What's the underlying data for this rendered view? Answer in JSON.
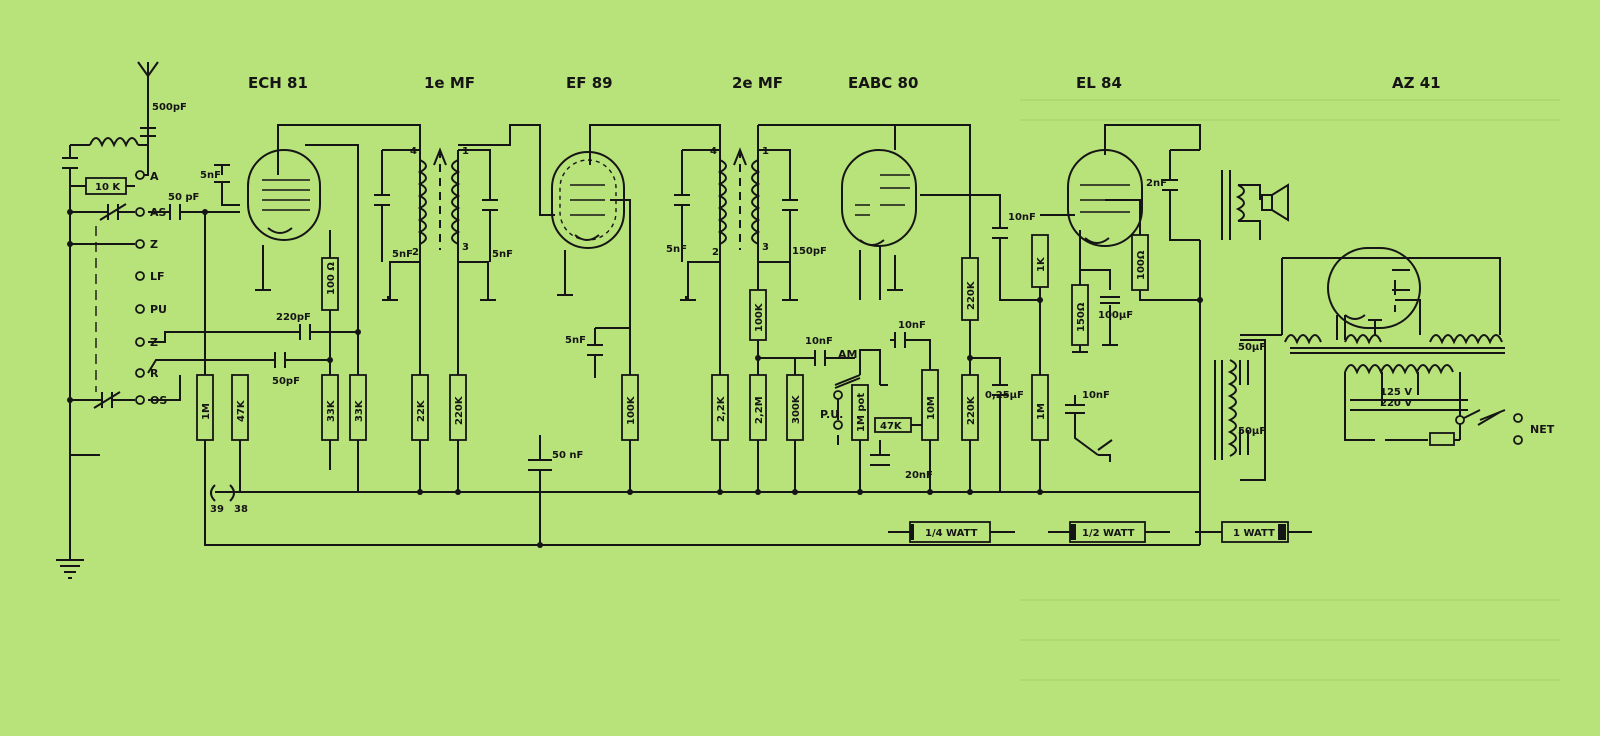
{
  "tubes": [
    {
      "id": "ech81",
      "label": "ECH 81"
    },
    {
      "id": "mf1",
      "label": "1e MF"
    },
    {
      "id": "ef89",
      "label": "EF 89"
    },
    {
      "id": "mf2",
      "label": "2e MF"
    },
    {
      "id": "eabc80",
      "label": "EABC 80"
    },
    {
      "id": "el84",
      "label": "EL 84"
    },
    {
      "id": "az41",
      "label": "AZ 41"
    }
  ],
  "terminals": [
    "A",
    "AS",
    "Z",
    "LF",
    "PU",
    "Z",
    "R",
    "OS"
  ],
  "resistors": [
    "10 K",
    "100 Ω",
    "1M",
    "47K",
    "33K",
    "33K",
    "22K",
    "220K",
    "100K",
    "2,2K",
    "100K",
    "2,2M",
    "300K",
    "1M pot",
    "47K",
    "10M",
    "220K",
    "220K",
    "1K",
    "1M",
    "150Ω",
    "100Ω"
  ],
  "capacitors": [
    "500pF",
    "50 pF",
    "5nF",
    "220pF",
    "50pF",
    "5nF",
    "5nF",
    "5nF",
    "50 nF",
    "5nF",
    "150pF",
    "10nF",
    "10nF",
    "20nF",
    "10nF",
    "0,25μF",
    "10nF",
    "2nF",
    "100μF",
    "50μF",
    "50μF"
  ],
  "if_pins": [
    "4",
    "2",
    "1",
    "3",
    "4",
    "2",
    "1",
    "3"
  ],
  "misc": {
    "am": "AM",
    "pu": "P.U.",
    "net": "NET",
    "v125": "125 V",
    "v220": "220 V",
    "p39": "39",
    "p38": "38"
  },
  "legend": [
    "1/4 WATT",
    "1/2 WATT",
    "1 WATT"
  ],
  "colors": {
    "background": "#b8e27a",
    "ink": "#151515"
  }
}
